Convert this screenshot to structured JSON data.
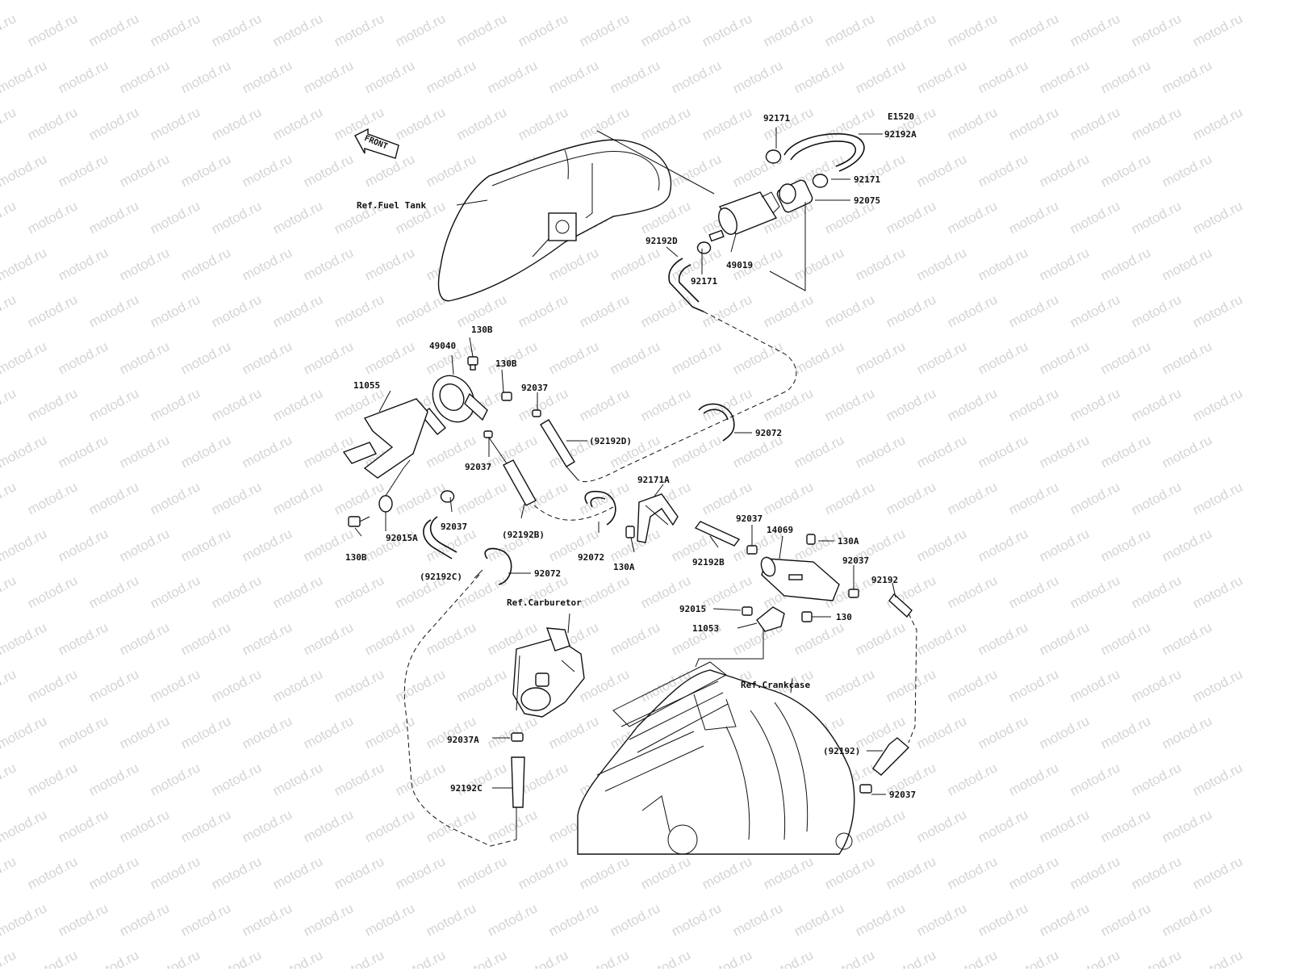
{
  "watermark": "motod.ru",
  "diagram_code": "E1520",
  "front_arrow": "FRONT",
  "references": {
    "fuel_tank": "Ref.Fuel Tank",
    "carburetor": "Ref.Carburetor",
    "crankcase": "Ref.Crankcase"
  },
  "labels": [
    "92171",
    "92192A",
    "92171",
    "92075",
    "92192D",
    "92171",
    "49019",
    "130B",
    "49040",
    "130B",
    "11055",
    "92037",
    "92037",
    "(92192D)",
    "92072",
    "92171A",
    "92037",
    "(92192B)",
    "92072",
    "130A",
    "92192B",
    "130B",
    "92015A",
    "(92192C)",
    "92072",
    "92037",
    "14069",
    "130A",
    "92037",
    "92192",
    "92015",
    "130",
    "11053",
    "92037A",
    "92192C",
    "(92192)",
    "92037"
  ],
  "colors": {
    "line": "#111111",
    "watermark": "#d4d4d4",
    "background": "#ffffff"
  }
}
